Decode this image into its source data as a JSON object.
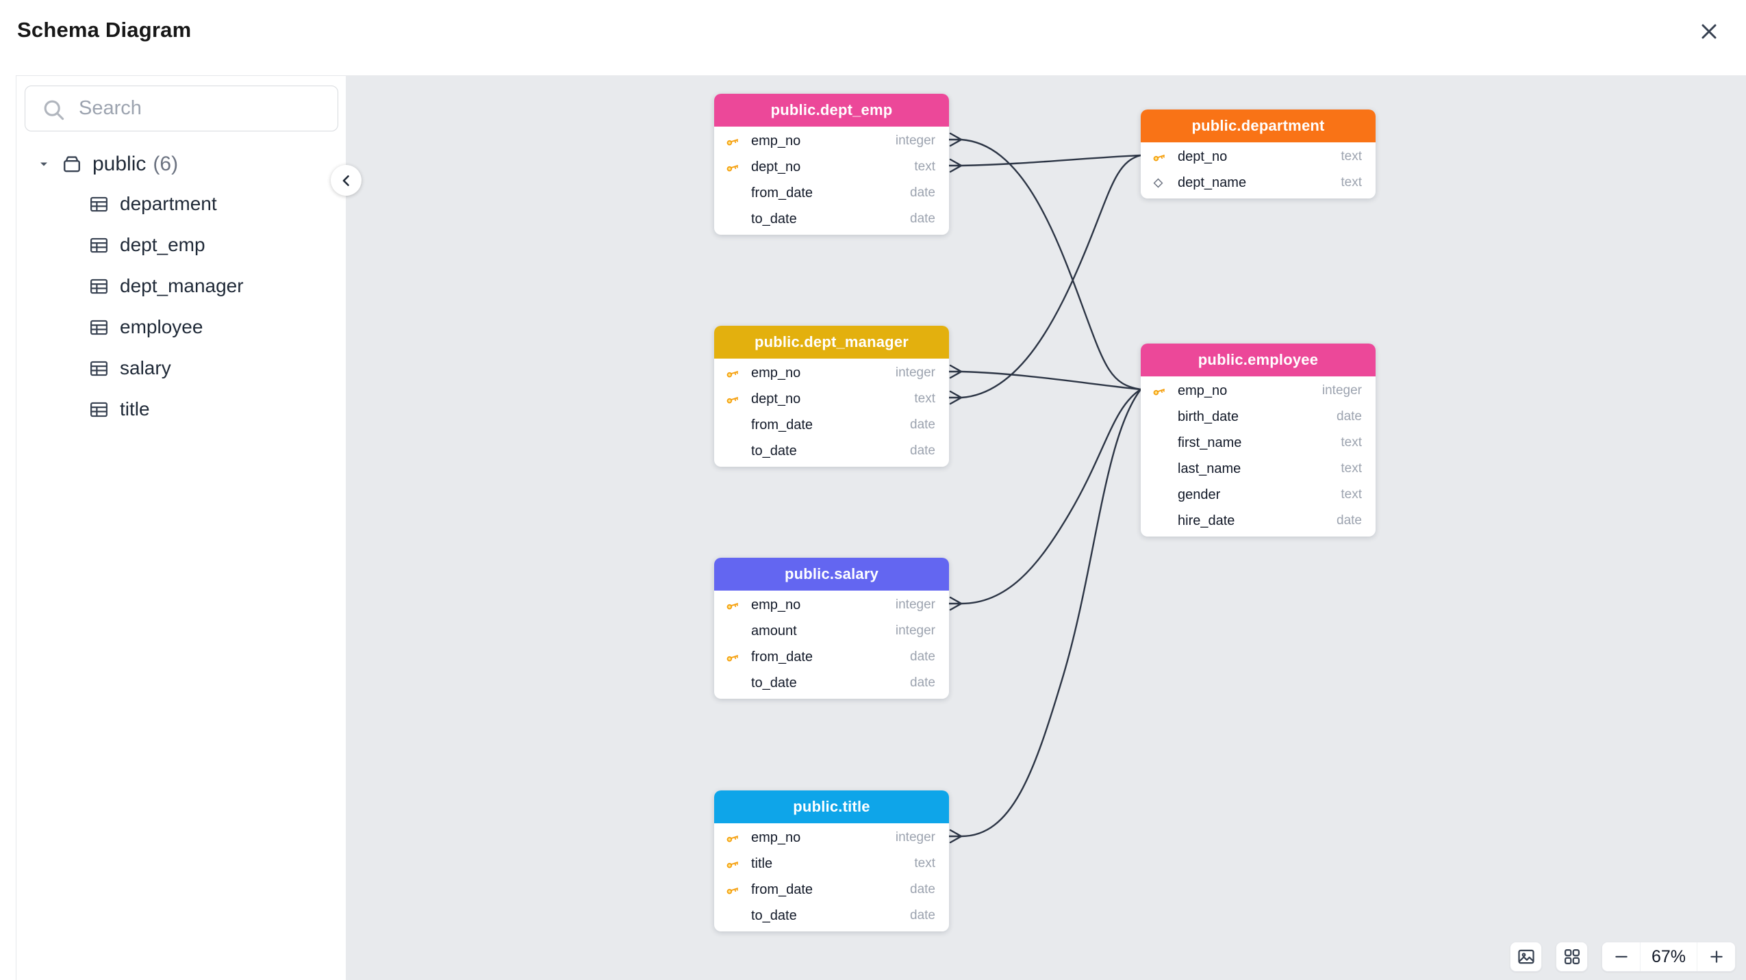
{
  "header": {
    "title": "Schema Diagram"
  },
  "sidebar": {
    "search_placeholder": "Search",
    "schema": {
      "label": "public",
      "count": "(6)"
    },
    "tables": [
      "department",
      "dept_emp",
      "dept_manager",
      "employee",
      "salary",
      "title"
    ]
  },
  "canvas": {
    "line_color": "#2c3545",
    "nodes": [
      {
        "title": "public.dept_emp",
        "color": "#EC4899",
        "rows": [
          {
            "name": "emp_no",
            "type": "integer",
            "icon": "key"
          },
          {
            "name": "dept_no",
            "type": "text",
            "icon": "key"
          },
          {
            "name": "from_date",
            "type": "date",
            "icon": ""
          },
          {
            "name": "to_date",
            "type": "date",
            "icon": ""
          }
        ]
      },
      {
        "title": "public.department",
        "color": "#F97316",
        "rows": [
          {
            "name": "dept_no",
            "type": "text",
            "icon": "key"
          },
          {
            "name": "dept_name",
            "type": "text",
            "icon": "diamond"
          }
        ]
      },
      {
        "title": "public.dept_manager",
        "color": "#E3B00E",
        "rows": [
          {
            "name": "emp_no",
            "type": "integer",
            "icon": "key"
          },
          {
            "name": "dept_no",
            "type": "text",
            "icon": "key"
          },
          {
            "name": "from_date",
            "type": "date",
            "icon": ""
          },
          {
            "name": "to_date",
            "type": "date",
            "icon": ""
          }
        ]
      },
      {
        "title": "public.employee",
        "color": "#EC4899",
        "rows": [
          {
            "name": "emp_no",
            "type": "integer",
            "icon": "key"
          },
          {
            "name": "birth_date",
            "type": "date",
            "icon": ""
          },
          {
            "name": "first_name",
            "type": "text",
            "icon": ""
          },
          {
            "name": "last_name",
            "type": "text",
            "icon": ""
          },
          {
            "name": "gender",
            "type": "text",
            "icon": ""
          },
          {
            "name": "hire_date",
            "type": "date",
            "icon": ""
          }
        ]
      },
      {
        "title": "public.salary",
        "color": "#6366F1",
        "rows": [
          {
            "name": "emp_no",
            "type": "integer",
            "icon": "key"
          },
          {
            "name": "amount",
            "type": "integer",
            "icon": ""
          },
          {
            "name": "from_date",
            "type": "date",
            "icon": "key"
          },
          {
            "name": "to_date",
            "type": "date",
            "icon": ""
          }
        ]
      },
      {
        "title": "public.title",
        "color": "#0EA5E9",
        "rows": [
          {
            "name": "emp_no",
            "type": "integer",
            "icon": "key"
          },
          {
            "name": "title",
            "type": "text",
            "icon": "key"
          },
          {
            "name": "from_date",
            "type": "date",
            "icon": "key"
          },
          {
            "name": "to_date",
            "type": "date",
            "icon": ""
          }
        ]
      }
    ],
    "connections": [
      {
        "from": "public.dept_emp.emp_no",
        "to": "public.employee.emp_no"
      },
      {
        "from": "public.dept_emp.dept_no",
        "to": "public.department.dept_no"
      },
      {
        "from": "public.dept_manager.emp_no",
        "to": "public.employee.emp_no"
      },
      {
        "from": "public.dept_manager.dept_no",
        "to": "public.department.dept_no"
      },
      {
        "from": "public.salary.emp_no",
        "to": "public.employee.emp_no"
      },
      {
        "from": "public.title.emp_no",
        "to": "public.employee.emp_no"
      }
    ]
  },
  "controls": {
    "zoom_out": "−",
    "zoom_level": "67%",
    "zoom_in": "+"
  }
}
